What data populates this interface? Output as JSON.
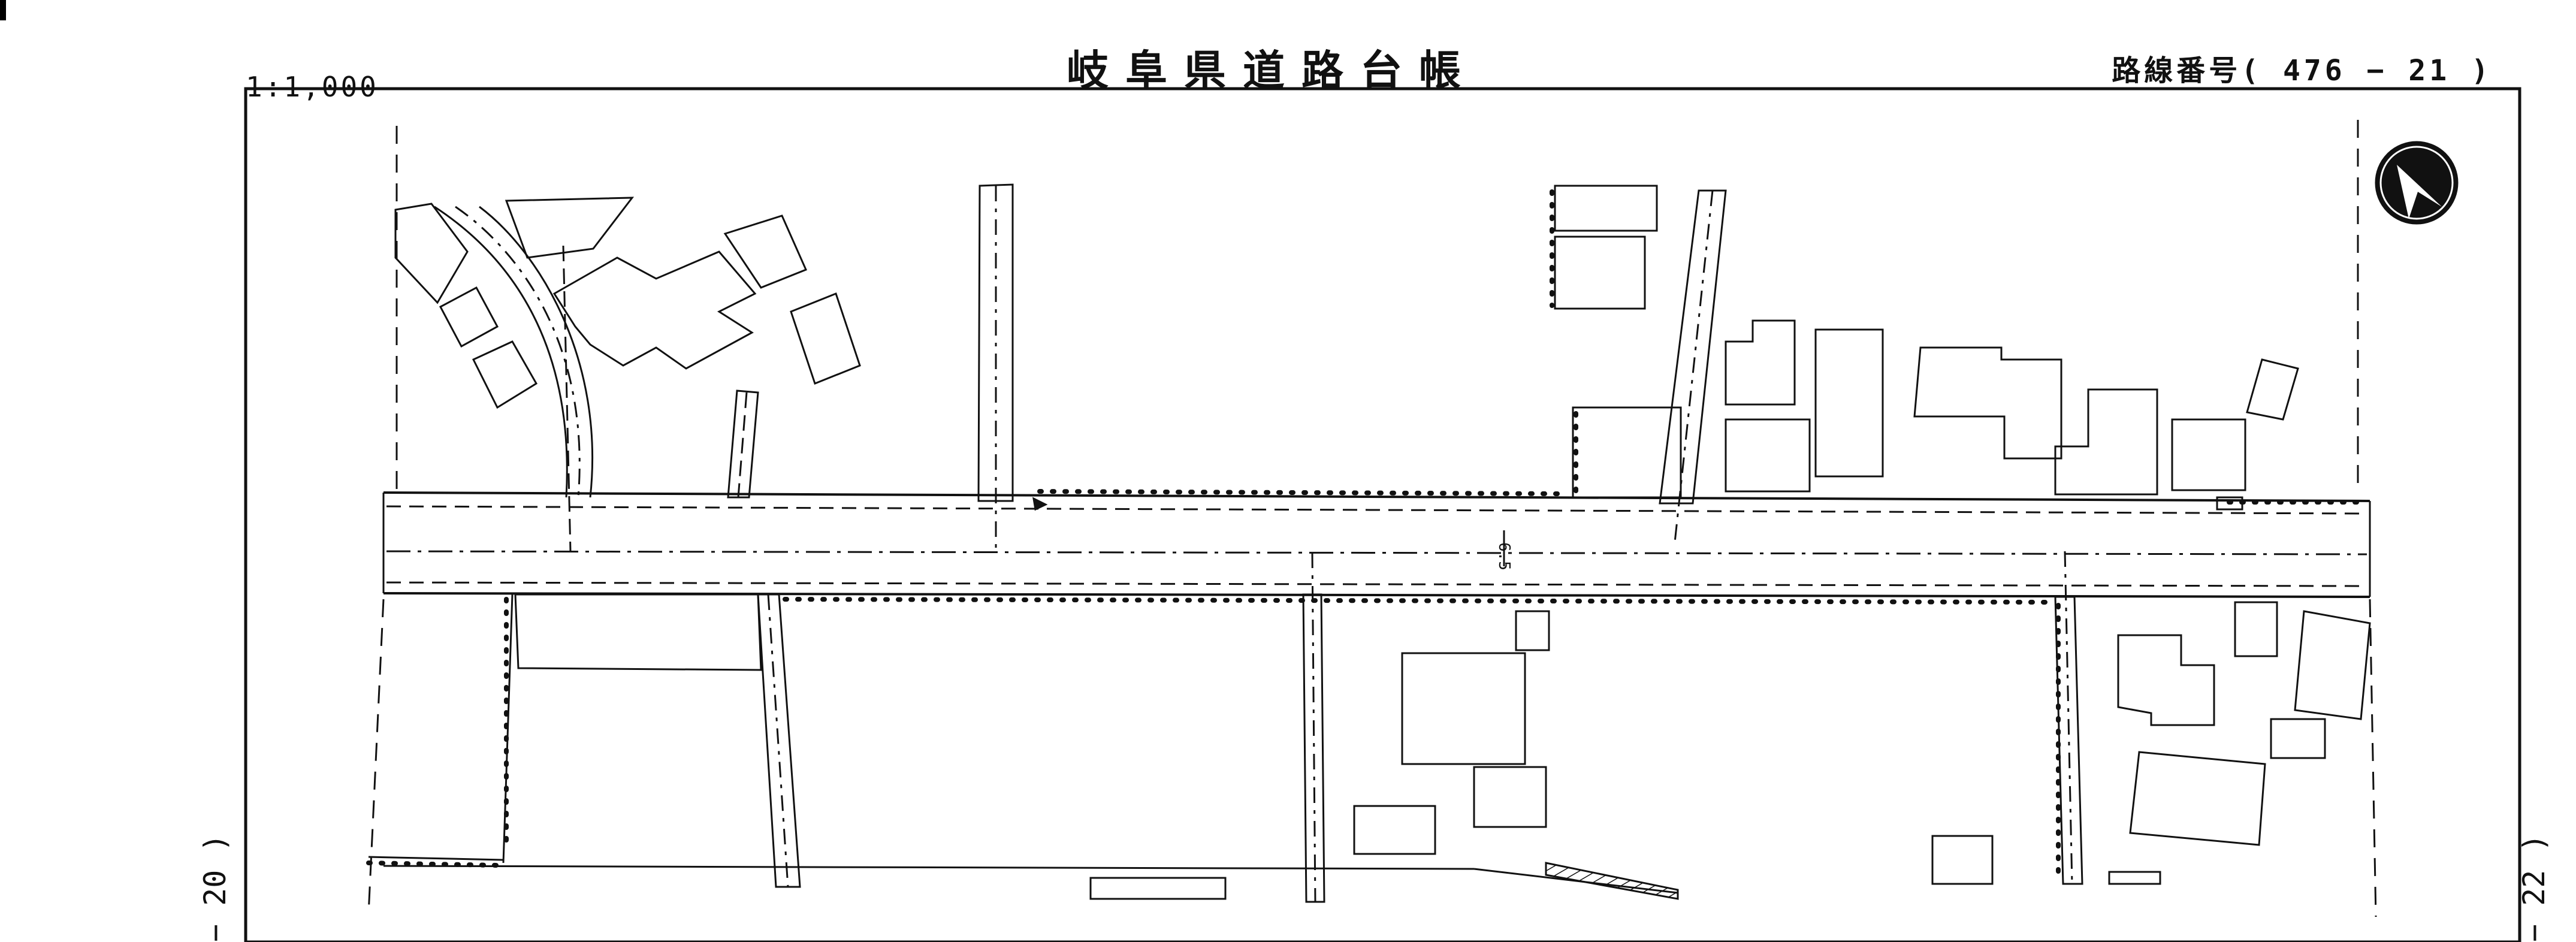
{
  "header": {
    "scale": "1:1,000",
    "title": "岐阜県道路台帳",
    "route_number": "路線番号( 476 − 21 )"
  },
  "adjacent_sheets": {
    "previous": "− 20 )",
    "next": "− 22 )"
  },
  "map": {
    "road_width_label": "6.5",
    "north_arrow": "north-arrow-icon"
  }
}
